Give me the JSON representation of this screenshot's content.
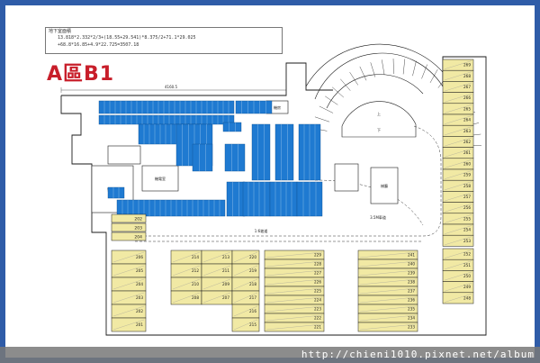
{
  "plan": {
    "title": "A區B1",
    "info_heading": "地下室面積",
    "info_line1": "13.818*2.332*2/3+(18.55+29.541)*8.375/2+71.1*29.025",
    "info_line2": "+68.8*16.85+4.9*22.725=3507.18",
    "watermark": "http://chieni1010.pixnet.net/album",
    "dimension_top": "4160.5",
    "labels": {
      "room_a": "管理室",
      "room_b": "機電室",
      "room_c": "梯廳",
      "room_d": "機房",
      "ramp_up": "上",
      "ramp_down": "下",
      "slope": "1:6坡道",
      "width_note": "3.5M車道"
    },
    "colors": {
      "frame": "#2f5ca8",
      "moto": "#1f7ad1",
      "car": "#f1e9a4",
      "line": "#1a1a1a",
      "accent": "#c81e2a"
    },
    "spaces": {
      "right_top": [
        "269",
        "268",
        "267",
        "266",
        "265",
        "264",
        "263",
        "262",
        "261",
        "260",
        "259",
        "258",
        "257",
        "256",
        "255",
        "254",
        "253"
      ],
      "right_bottom": [
        "252",
        "251",
        "250",
        "249",
        "248"
      ],
      "row_a": [
        "229",
        "228",
        "227",
        "226",
        "225",
        "224",
        "223",
        "222",
        "221"
      ],
      "row_b": [
        "241",
        "240",
        "239",
        "238",
        "237",
        "236",
        "235",
        "234",
        "233"
      ],
      "block_left": [
        "206",
        "205",
        "204",
        "203",
        "202",
        "201"
      ],
      "block_mid": [
        "214",
        "213",
        "212",
        "211",
        "210",
        "209",
        "208",
        "207"
      ],
      "block_right": [
        "220",
        "219",
        "218",
        "217",
        "216",
        "215"
      ],
      "small_labels": [
        "202",
        "203",
        "204"
      ]
    }
  }
}
